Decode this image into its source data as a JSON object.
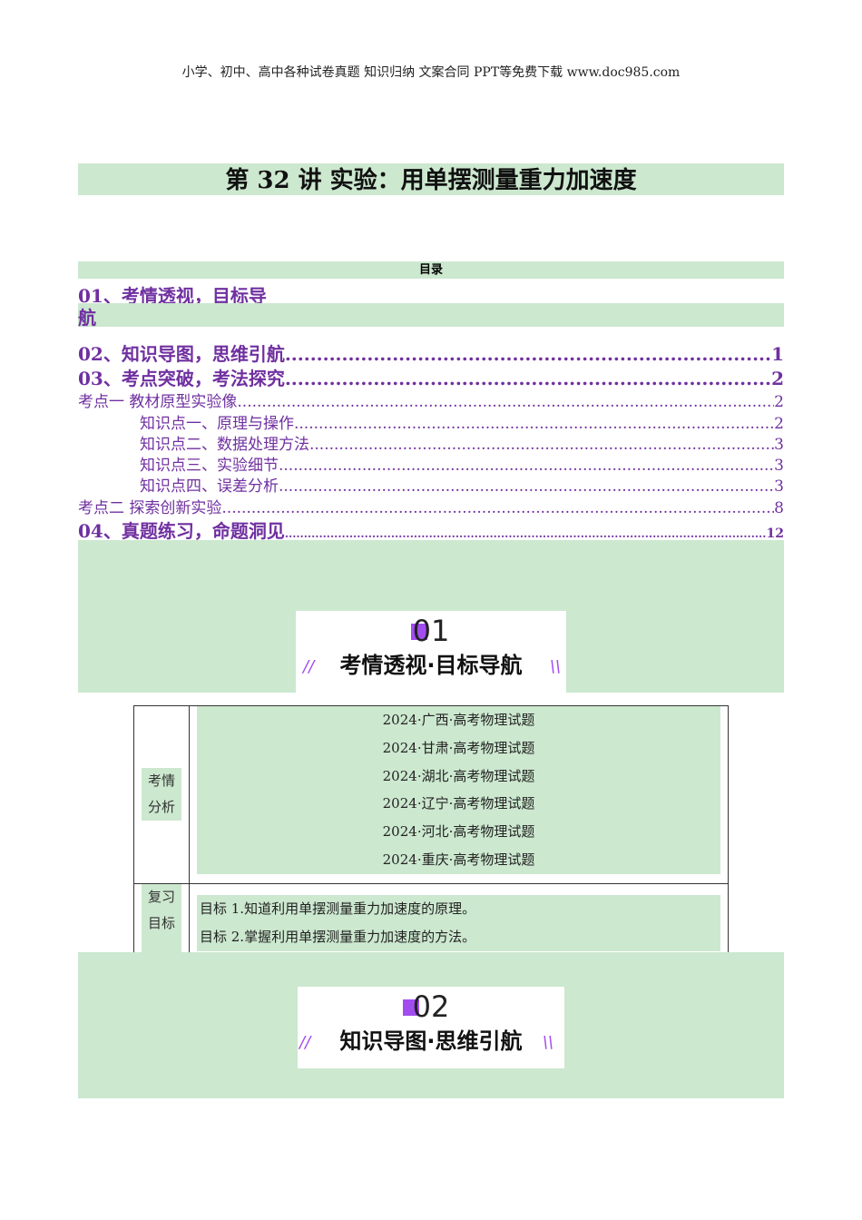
{
  "header": "小学、初中、高中各种试卷真题  知识归纳  文案合同  PPT等免费下载     www.doc985.com",
  "title": "第 32 讲      实验：用单摆测量重力加速度",
  "toc": {
    "heading": "目录",
    "items": [
      {
        "label": "01、考情透视，目标导",
        "label2": "航",
        "page": ""
      },
      {
        "label": "02、知识导图，思维引航",
        "page": "1"
      },
      {
        "label": "03、考点突破，考法探究",
        "page": "2"
      },
      {
        "label": "考点一    教材原型实验像",
        "page": "2"
      },
      {
        "label": "知识点一、原理与操作",
        "page": "2"
      },
      {
        "label": "知识点二、数据处理方法",
        "page": "3"
      },
      {
        "label": "知识点三、实验细节",
        "page": "3"
      },
      {
        "label": "知识点四、误差分析",
        "page": "3"
      },
      {
        "label": "考点二    探索创新实验",
        "page": "8"
      },
      {
        "label": "04、真题练习，命题洞见",
        "page": "12"
      }
    ]
  },
  "banner1": {
    "num": "01",
    "text": "考情透视·目标导航"
  },
  "banner2": {
    "num": "02",
    "text": "知识导图·思维引航"
  },
  "table": {
    "row1_label_a": "考情",
    "row1_label_b": "分析",
    "sources": [
      "2024·广西·高考物理试题",
      "2024·甘肃·高考物理试题",
      "2024·湖北·高考物理试题",
      "2024·辽宁·高考物理试题",
      "2024·河北·高考物理试题",
      "2024·重庆·高考物理试题"
    ],
    "row2_label_a": "复习",
    "row2_label_b": "目标",
    "goals": [
      "目标 1.知道利用单摆测量重力加速度的原理。",
      "目标 2.掌握利用单摆测量重力加速度的方法。"
    ]
  }
}
